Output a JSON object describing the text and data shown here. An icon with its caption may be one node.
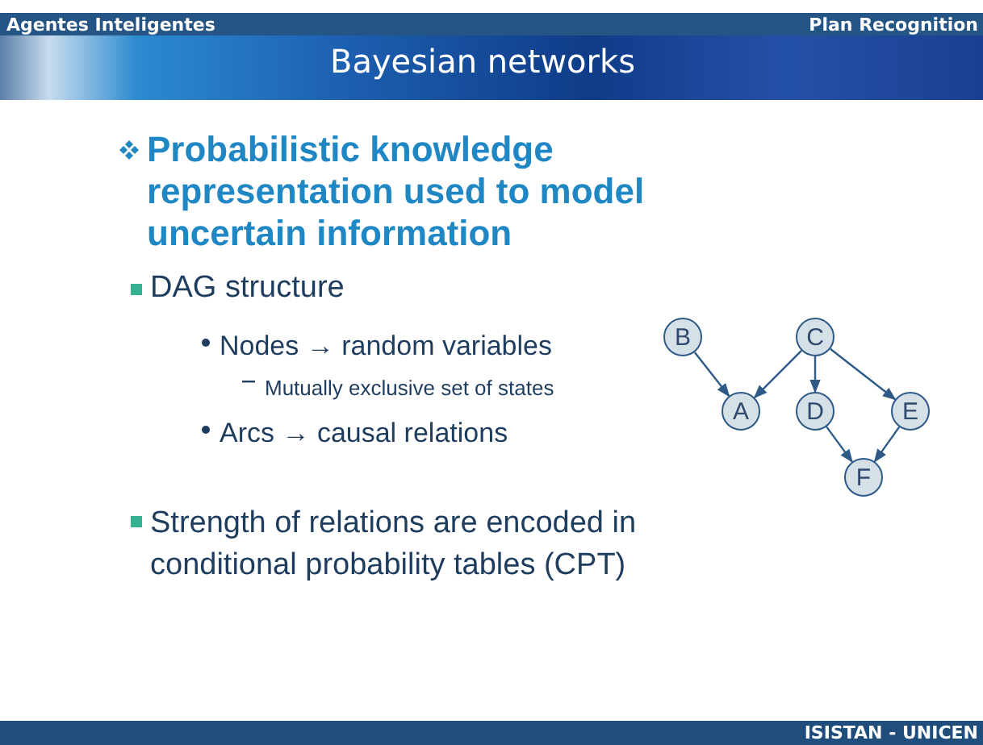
{
  "diagram": {
    "title": "Bayesian networks",
    "nodes": [
      {
        "text": [
          "B"
        ]
      },
      {
        "text": [
          "C"
        ]
      },
      {
        "text": [
          "A"
        ]
      },
      {
        "text": [
          "D"
        ]
      },
      {
        "text": [
          "E"
        ]
      },
      {
        "text": [
          "F"
        ]
      }
    ],
    "edges": [
      {
        "from": 0,
        "to": 2,
        "arrow": "to"
      },
      {
        "from": 1,
        "to": 2,
        "arrow": "to"
      },
      {
        "from": 1,
        "to": 3,
        "arrow": "to"
      },
      {
        "from": 1,
        "to": 4,
        "arrow": "to"
      },
      {
        "from": 3,
        "to": 5,
        "arrow": "to"
      },
      {
        "from": 4,
        "to": 5,
        "arrow": "to"
      }
    ],
    "labels": [
      "Agentes Inteligentes",
      "Plan Recognition",
      "Probabilistic knowledge representation used to model uncertain information",
      "DAG structure",
      "Nodes → random variables",
      "Mutually exclusive set of states",
      "Arcs → causal relations",
      "Strength of relations are encoded in conditional probability tables (CPT)",
      "ISISTAN - UNICEN"
    ]
  }
}
